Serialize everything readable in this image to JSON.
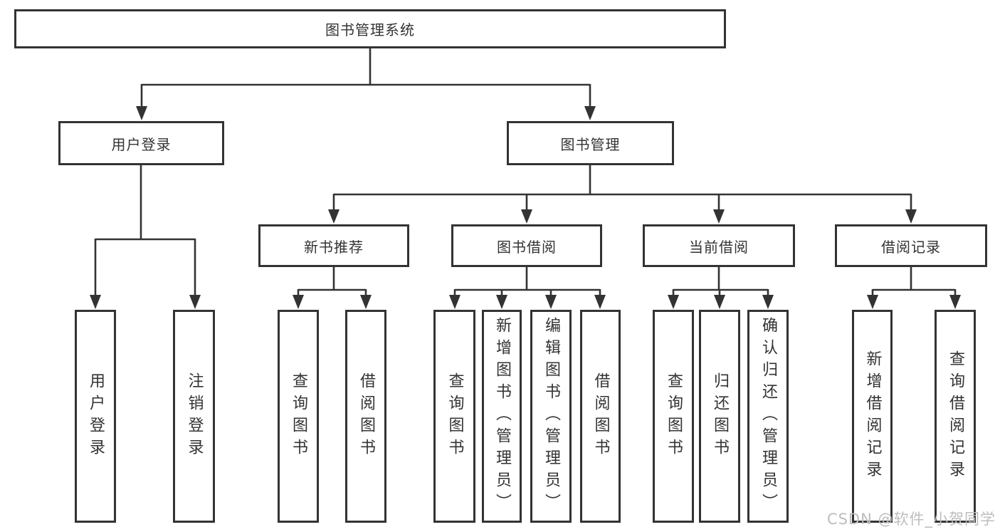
{
  "diagram": {
    "root": {
      "label": "图书管理系统",
      "children": [
        {
          "label": "用户登录",
          "children": [
            {
              "label": "用户登录"
            },
            {
              "label": "注销登录"
            }
          ]
        },
        {
          "label": "图书管理",
          "children": [
            {
              "label": "新书推荐",
              "children": [
                {
                  "label": "查询图书"
                },
                {
                  "label": "借阅图书"
                }
              ]
            },
            {
              "label": "图书借阅",
              "children": [
                {
                  "label": "查询图书"
                },
                {
                  "label": "新增图书（管理员）"
                },
                {
                  "label": "编辑图书（管理员）"
                },
                {
                  "label": "借阅图书"
                }
              ]
            },
            {
              "label": "当前借阅",
              "children": [
                {
                  "label": "查询图书"
                },
                {
                  "label": "归还图书"
                },
                {
                  "label": "确认归还（管理员）"
                }
              ]
            },
            {
              "label": "借阅记录",
              "children": [
                {
                  "label": "新增借阅记录"
                },
                {
                  "label": "查询借阅记录"
                }
              ]
            }
          ]
        }
      ]
    }
  },
  "watermark": {
    "text": "CSDN @软件_小贺同学"
  },
  "colors": {
    "line": "#333333",
    "text": "#333333",
    "box_background": "#ffffff",
    "watermark": "#bdbdbd"
  }
}
